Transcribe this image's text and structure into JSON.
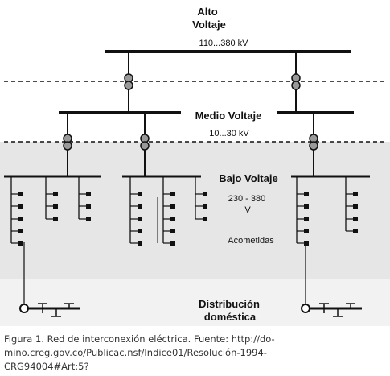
{
  "labels": {
    "alto_line1": "Alto",
    "alto_line2": "Voltaje",
    "alto_range": "110...380 kV",
    "medio": "Medio Voltaje",
    "medio_range": "10...30 kV",
    "bajo": "Bajo Voltaje",
    "bajo_range_line1": "230 -  380",
    "bajo_range_line2": "V",
    "acometidas": "Acometidas",
    "distribucion_line1": "Distribución",
    "distribucion_line2": "doméstica"
  },
  "caption": {
    "line1": "Figura 1. Red de interconexión eléctrica. Fuente: http://do-",
    "line2": "mino.creg.gov.co/Publicac.nsf/Indice01/Resolución-1994-",
    "line3": "CRG94004#Art:5?"
  },
  "colors": {
    "line": "#111111",
    "shade": "#e6e6e6",
    "transformer": "#999999"
  }
}
